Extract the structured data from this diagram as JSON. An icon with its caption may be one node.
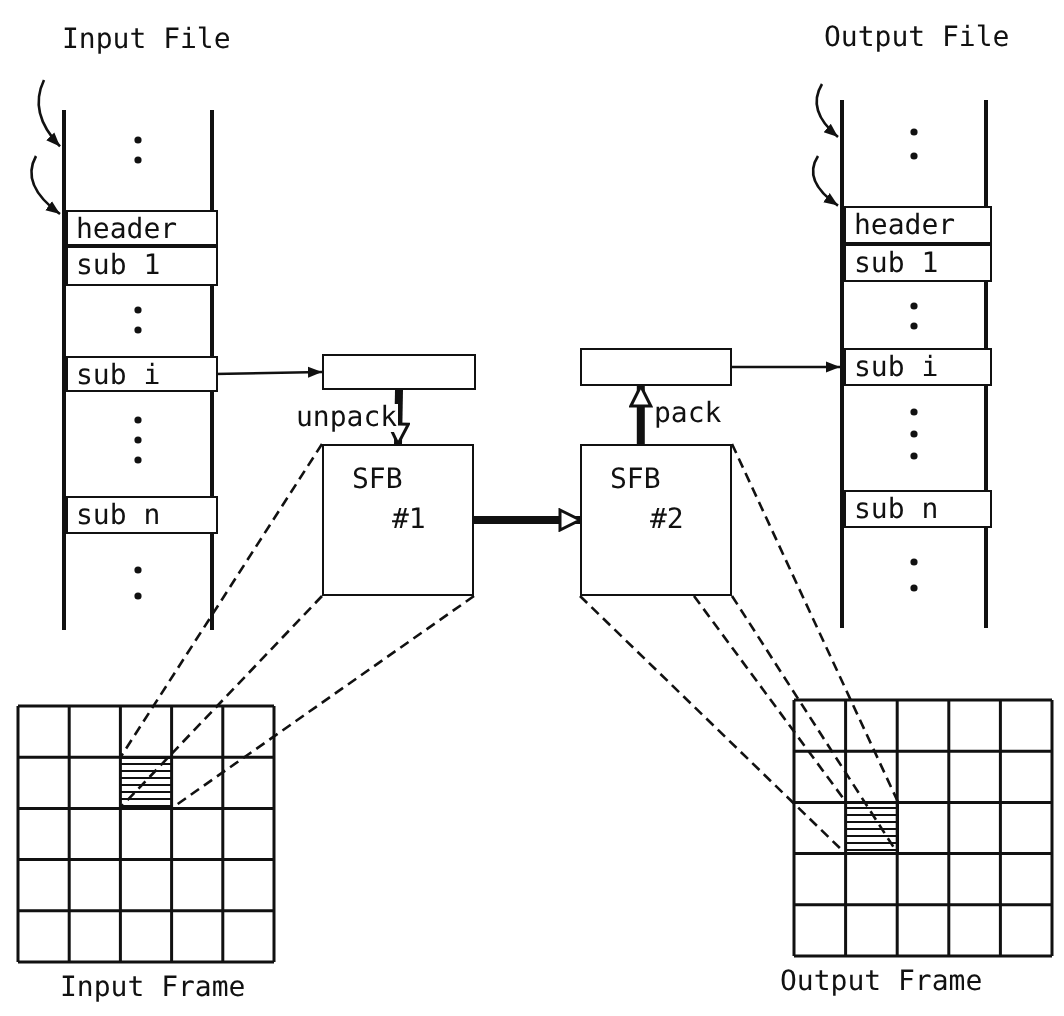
{
  "diagram": {
    "nodes": [
      {
        "text": [
          "Input File"
        ]
      },
      {
        "text": [
          "header"
        ],
        "in": 0
      },
      {
        "text": [
          "sub 1"
        ],
        "in": 0
      },
      {
        "text": [
          "sub i"
        ],
        "in": 0
      },
      {
        "text": [
          "sub n"
        ],
        "in": 0
      },
      {
        "text": [],
        "shape": "box"
      },
      {
        "text": [
          "SFB",
          "#1"
        ]
      },
      {
        "text": [],
        "shape": "box"
      },
      {
        "text": [
          "SFB",
          "#2"
        ]
      },
      {
        "text": [
          "Output File"
        ]
      },
      {
        "text": [
          "header"
        ],
        "in": 9
      },
      {
        "text": [
          "sub 1"
        ],
        "in": 9
      },
      {
        "text": [
          "sub i"
        ],
        "in": 9
      },
      {
        "text": [
          "sub n"
        ],
        "in": 9
      },
      {
        "text": [
          "Input Frame"
        ]
      },
      {
        "text": [],
        "shape": "box",
        "in": 14
      },
      {
        "text": [
          "Output Frame"
        ]
      },
      {
        "text": [],
        "shape": "box",
        "in": 16
      }
    ],
    "edges": [
      {
        "from": 3,
        "to": 5,
        "arrow": "to"
      },
      {
        "from": 5,
        "to": 6,
        "arrow": "to",
        "label": "unpack",
        "style": "thick"
      },
      {
        "from": 6,
        "to": 8,
        "arrow": "to",
        "style": "thick"
      },
      {
        "from": 8,
        "to": 7,
        "arrow": "to",
        "label": "pack",
        "style": "thick"
      },
      {
        "from": 7,
        "to": 12,
        "arrow": "to"
      },
      {
        "from": null,
        "to": 0,
        "arrow": "to"
      },
      {
        "from": null,
        "to": 0,
        "arrow": "to"
      },
      {
        "from": null,
        "to": 9,
        "arrow": "to"
      },
      {
        "from": null,
        "to": 9,
        "arrow": "to"
      },
      {
        "from": 6,
        "to": 15,
        "arrow": "none",
        "style": "dashed"
      },
      {
        "from": 6,
        "to": 15,
        "arrow": "none",
        "style": "dashed"
      },
      {
        "from": 6,
        "to": 15,
        "arrow": "none",
        "style": "dashed"
      },
      {
        "from": 8,
        "to": 17,
        "arrow": "none",
        "style": "dashed"
      },
      {
        "from": 8,
        "to": 17,
        "arrow": "none",
        "style": "dashed"
      },
      {
        "from": 8,
        "to": 17,
        "arrow": "none",
        "style": "dashed"
      },
      {
        "from": 8,
        "to": 17,
        "arrow": "none",
        "style": "dashed"
      }
    ]
  }
}
